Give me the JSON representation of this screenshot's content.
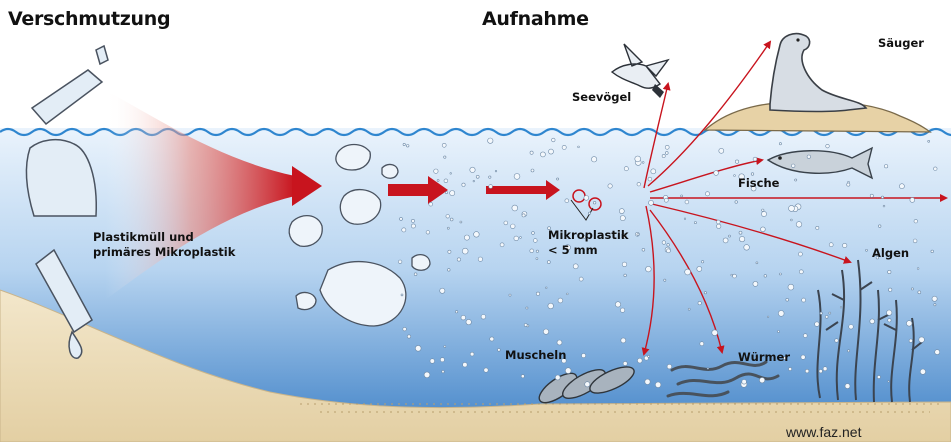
{
  "headings": {
    "pollution": "Verschmutzung",
    "uptake": "Aufnahme"
  },
  "labels": {
    "plastic_line1": "Plastikmüll und",
    "plastic_line2": "primäres Mikroplastik",
    "micro_line1": "Mikroplastik",
    "micro_line2": "< 5 mm",
    "seabirds": "Seevögel",
    "mammals": "Säuger",
    "fish": "Fische",
    "algae": "Algen",
    "mussels": "Muscheln",
    "worms": "Würmer"
  },
  "source": "www.faz.net",
  "colors": {
    "arrow_red": "#c8141e",
    "water_top": "#e6f1fb",
    "water_deep": "#3c7fc4",
    "sand": "#ecdcb8",
    "wave": "#2f86cf"
  }
}
